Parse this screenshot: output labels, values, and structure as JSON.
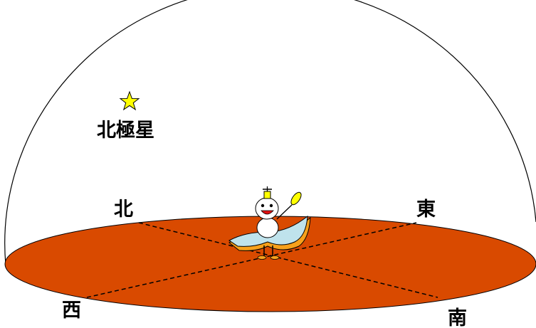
{
  "labels": {
    "polaris": "北極星",
    "north": "北",
    "east": "東",
    "west": "西",
    "south": "南"
  },
  "colors": {
    "ground": "#D94A00",
    "star": "#FFFF00",
    "pond": "#BFE3EC",
    "pond_rim": "#F7A11B",
    "sky_line": "#000000"
  },
  "icons": {
    "star": "star-icon",
    "figure": "figure-icon"
  }
}
